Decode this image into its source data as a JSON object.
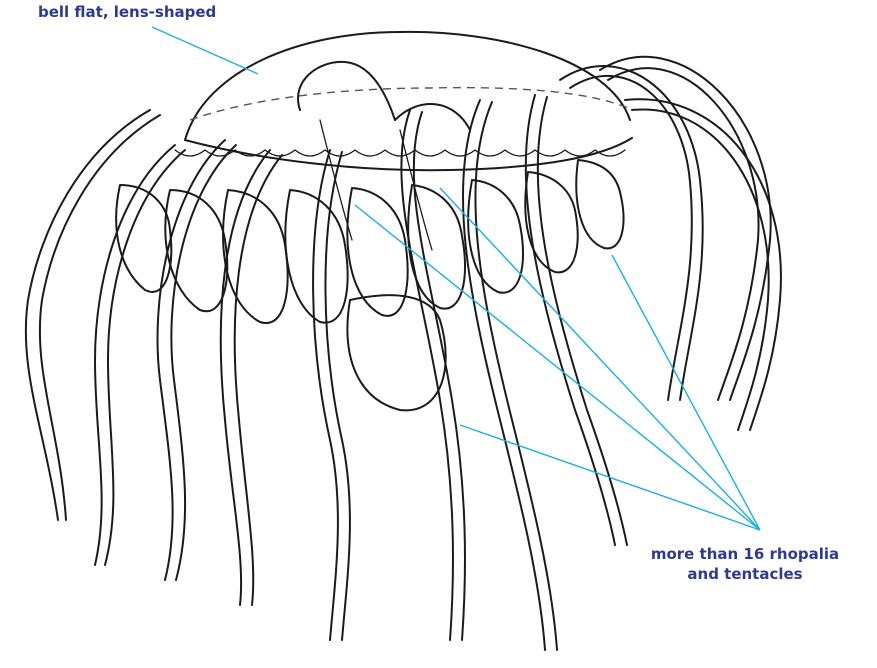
{
  "labels": {
    "bell": "bell flat, lens-shaped",
    "rhopalia_line1": "more than 16 rhopalia",
    "rhopalia_line2": "and tentacles"
  },
  "colors": {
    "label_text": "#2f3a8f",
    "leader_line": "#1ab0e0",
    "ink": "#1b1b1b"
  }
}
